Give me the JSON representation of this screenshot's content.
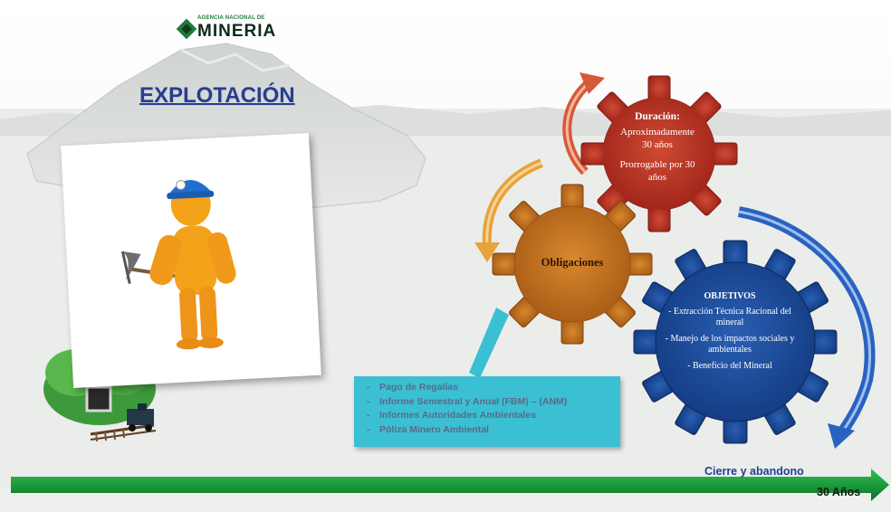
{
  "logo": {
    "small_text": "AGENCIA NACIONAL DE",
    "big_text": "MINERIA"
  },
  "title": "EXPLOTACIÓN",
  "gears": {
    "duracion": {
      "heading": "Duración:",
      "line1": "Aproximadamente",
      "line2": "30 años",
      "line3": "Prorrogable por 30",
      "line4": "años"
    },
    "obligaciones": {
      "label": "Obligaciones"
    },
    "objetivos": {
      "heading": "OBJETIVOS",
      "items": [
        "- Extracción Técnica Racional del mineral",
        "- Manejo de los impactos sociales y ambientales",
        "- Beneficio del Mineral"
      ]
    }
  },
  "obligations_list": [
    "Pago de Regalías",
    "Informe Semestral y Anual (FBM) – (ANM)",
    "Informes Autoridades Ambientales",
    "Póliza Minero Ambiental"
  ],
  "timeline": {
    "end_label": "Cierre y abandono",
    "duration_label": "30 Años"
  },
  "colors": {
    "duracion_gear": "#c23a2a",
    "obligaciones_gear": "#c8741f",
    "objetivos_gear": "#1d4b9a",
    "list_box": "#3bbfd3",
    "timeline_arrow": "#1f9a3e",
    "title": "#263e8c"
  }
}
